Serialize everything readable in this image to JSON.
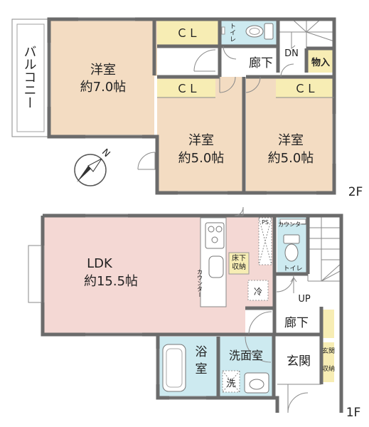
{
  "floor2": {
    "floor_label": "2F",
    "balcony": "バルコニー",
    "room_a": {
      "name": "洋室",
      "size": "約7.0帖"
    },
    "room_b": {
      "name": "洋室",
      "size": "約5.0帖"
    },
    "room_c": {
      "name": "洋室",
      "size": "約5.0帖"
    },
    "closet_top": "ＣＬ",
    "closet_mid": "ＣＬ",
    "closet_right": "ＣＬ",
    "toilet": "トイレ",
    "hallway": "廊下",
    "storage": "物入",
    "stairs_dn": "DN"
  },
  "compass": {
    "north": "N"
  },
  "floor1": {
    "floor_label": "1F",
    "ldk": {
      "name": "LDK",
      "size": "約15.5帖"
    },
    "counter_kitchen": "カウンター",
    "counter_toilet": "カウンター",
    "underfloor_1": "床下",
    "underfloor_2": "収納",
    "fridge": "冷",
    "ps": "PS",
    "toilet": "トイレ",
    "stairs_up": "UP",
    "hallway": "廊下",
    "bath_1": "浴",
    "bath_2": "室",
    "washroom": "洗面室",
    "washer": "洗",
    "entrance": "玄関",
    "shoe_storage_1": "玄関",
    "shoe_storage_2": "収納"
  },
  "colors": {
    "bedroom": "#f3dcc2",
    "ldk": "#f4d8d4",
    "closet": "#f7edb4",
    "wet": "#cdeaf0",
    "wall": "#6b6b6b"
  }
}
